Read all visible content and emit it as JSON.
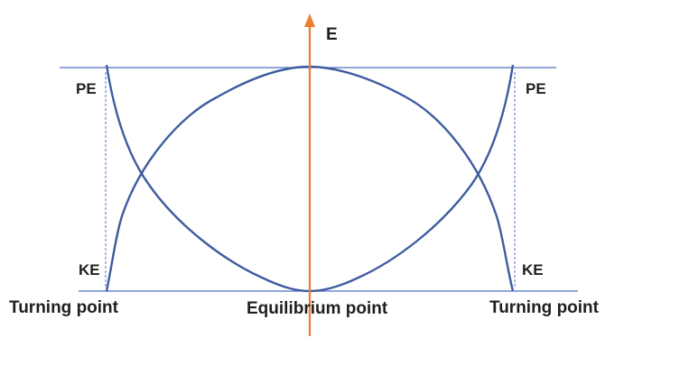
{
  "labels": {
    "axis": "E",
    "pe_left": "PE",
    "pe_right": "PE",
    "ke_left": "KE",
    "ke_right": "KE",
    "turning_left": "Turning point",
    "equilibrium": "Equilibrium point",
    "turning_right": "Turning point"
  },
  "colors": {
    "curve": "#3e5c9e",
    "guide_line": "#4f72c4",
    "axis_arrow": "#ed7d31",
    "text": "#1f1f1f"
  }
}
